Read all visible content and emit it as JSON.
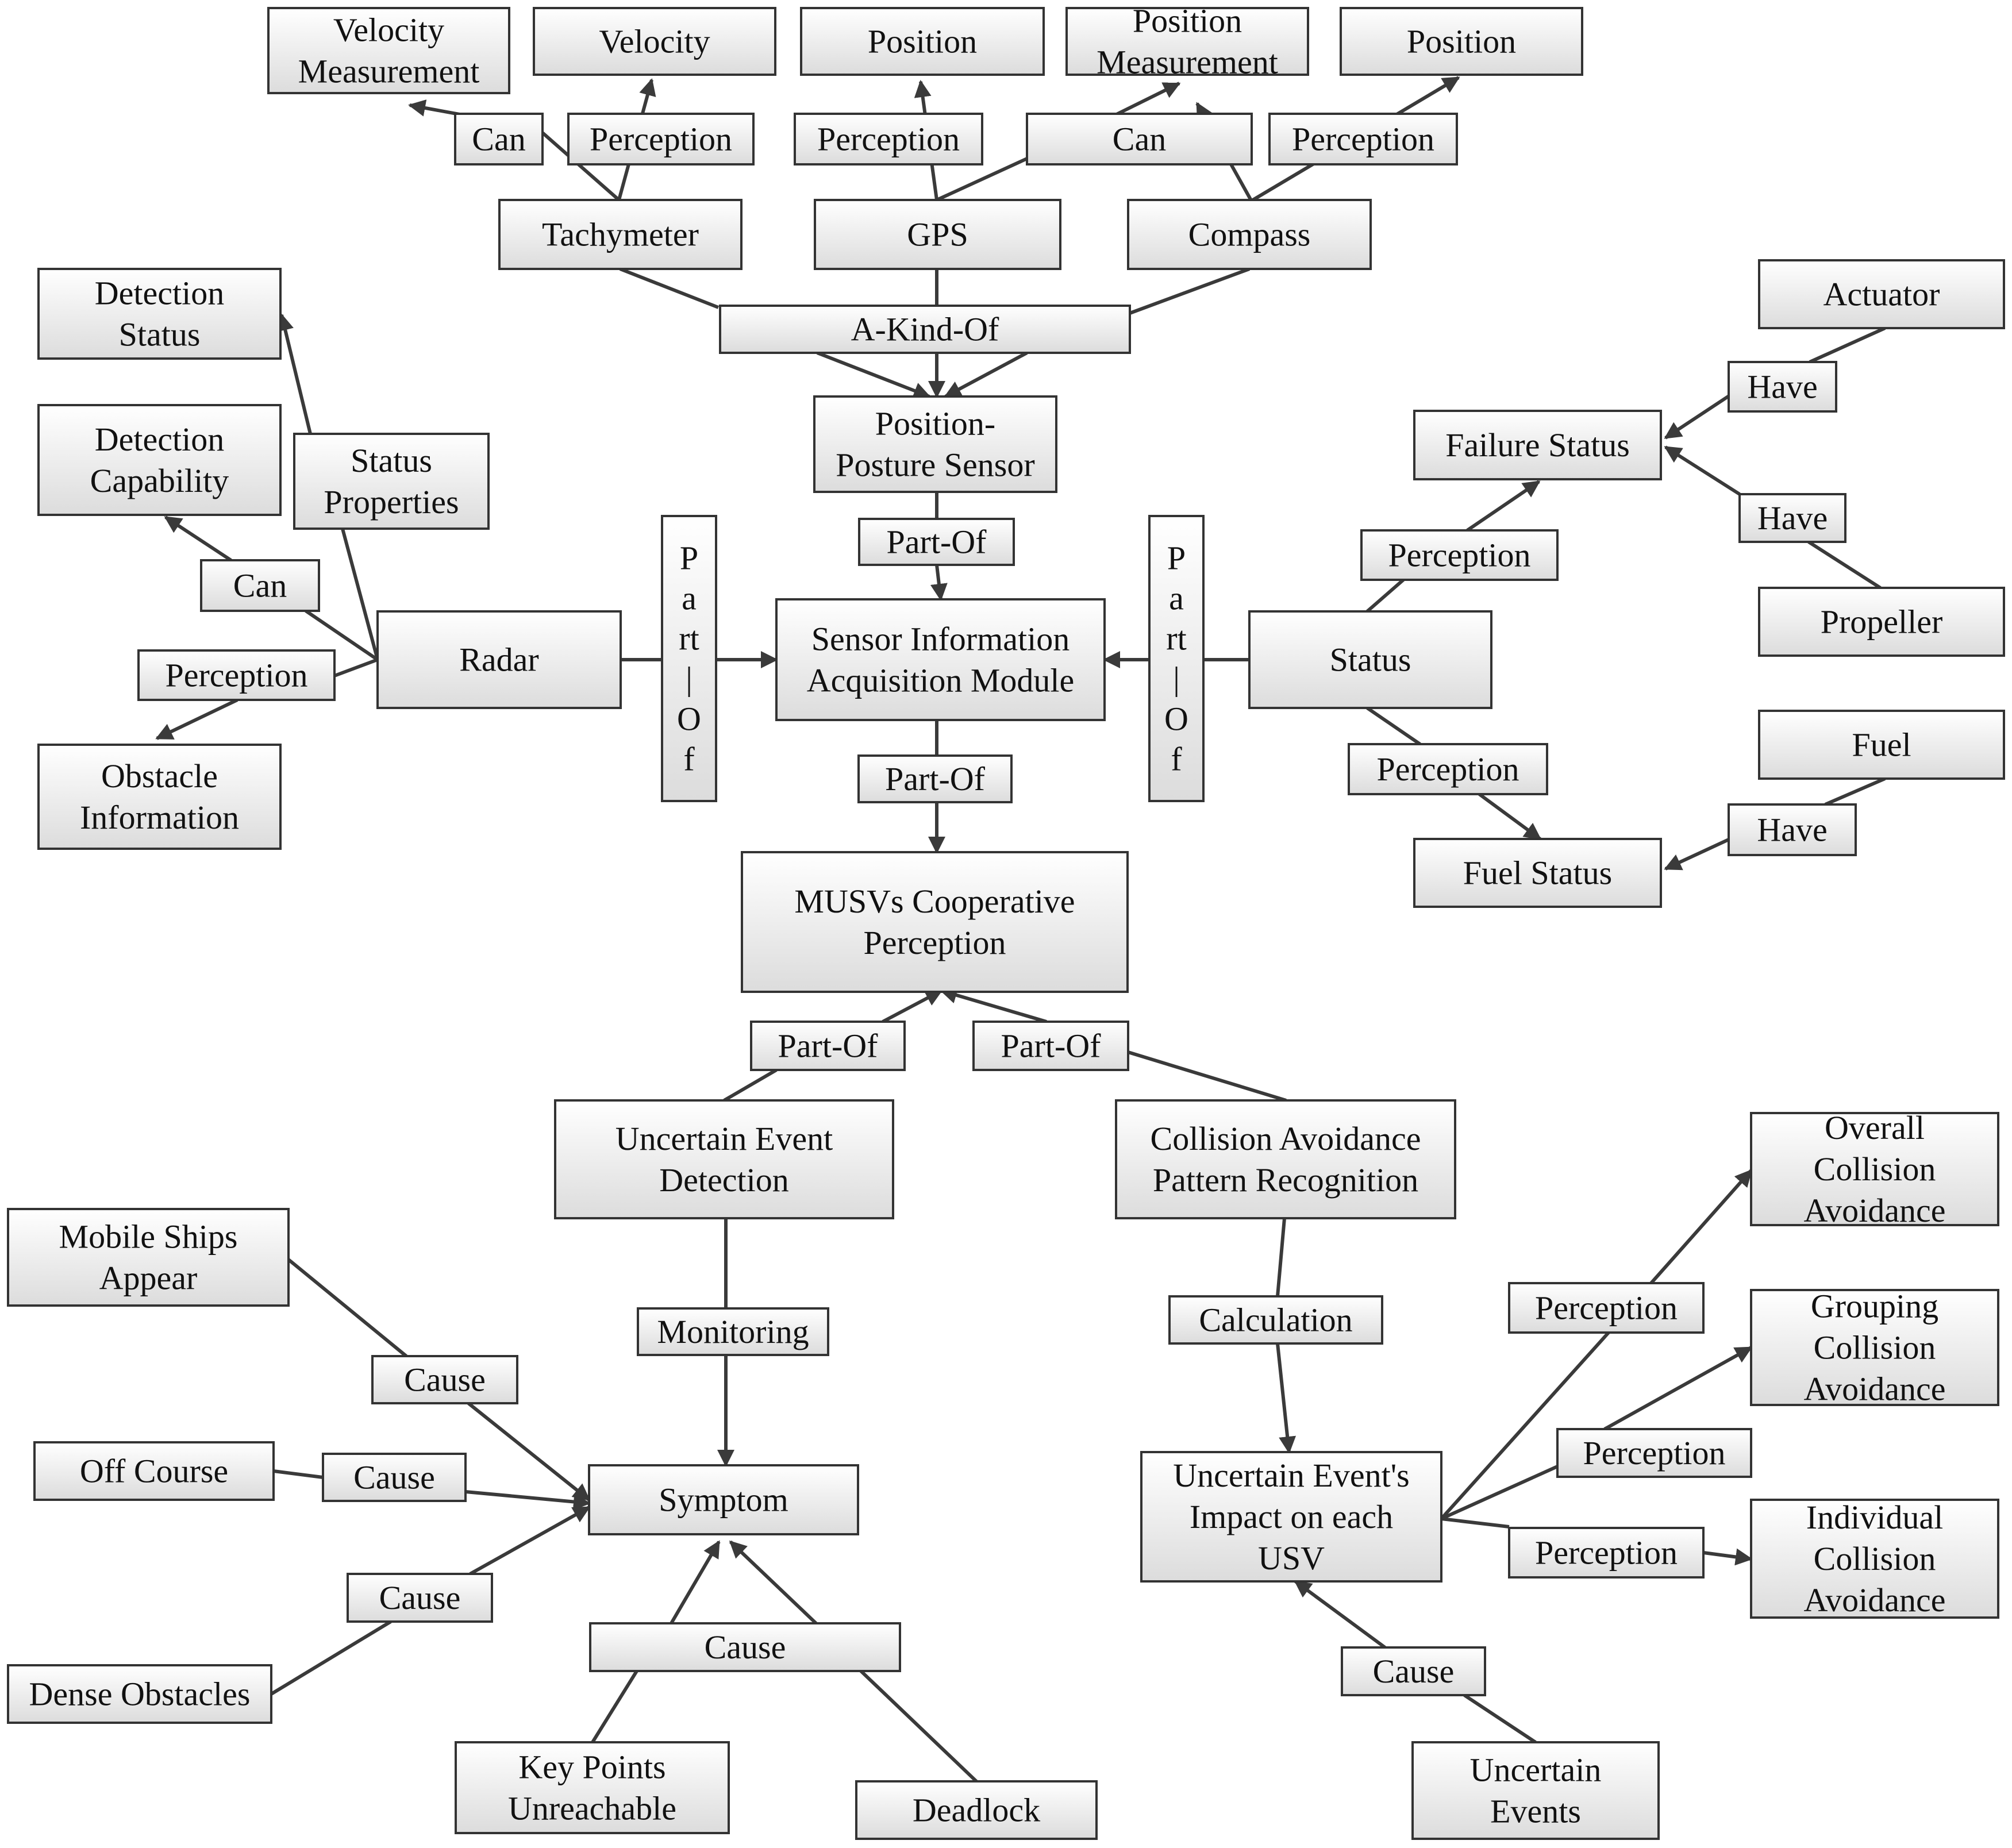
{
  "colors": {
    "box_fill_top": "#ffffff",
    "box_fill_bottom": "#dcdcdc",
    "border": "#333333",
    "edge": "#3a3a3a",
    "text": "#111111"
  },
  "nodes": [
    {
      "id": "velocity_measurement",
      "lines": [
        "Velocity",
        "Measurement"
      ]
    },
    {
      "id": "velocity",
      "lines": [
        "Velocity"
      ]
    },
    {
      "id": "position_1",
      "lines": [
        "Position"
      ]
    },
    {
      "id": "position_measurement",
      "lines": [
        "Position",
        "Measurement"
      ]
    },
    {
      "id": "position_2",
      "lines": [
        "Position"
      ]
    },
    {
      "id": "tachymeter",
      "lines": [
        "Tachymeter"
      ]
    },
    {
      "id": "gps",
      "lines": [
        "GPS"
      ]
    },
    {
      "id": "compass",
      "lines": [
        "Compass"
      ]
    },
    {
      "id": "position_posture_sensor",
      "lines": [
        "Position-",
        "Posture Sensor"
      ]
    },
    {
      "id": "detection_status",
      "lines": [
        "Detection",
        "Status"
      ]
    },
    {
      "id": "detection_capability",
      "lines": [
        "Detection",
        "Capability"
      ]
    },
    {
      "id": "status_properties",
      "lines": [
        "Status",
        "Properties"
      ]
    },
    {
      "id": "radar",
      "lines": [
        "Radar"
      ]
    },
    {
      "id": "obstacle_information",
      "lines": [
        "Obstacle",
        "Information"
      ]
    },
    {
      "id": "sensor_module",
      "lines": [
        "Sensor Information",
        "Acquisition Module"
      ]
    },
    {
      "id": "status",
      "lines": [
        "Status"
      ]
    },
    {
      "id": "actuator",
      "lines": [
        "Actuator"
      ]
    },
    {
      "id": "failure_status",
      "lines": [
        "Failure Status"
      ]
    },
    {
      "id": "propeller",
      "lines": [
        "Propeller"
      ]
    },
    {
      "id": "fuel",
      "lines": [
        "Fuel"
      ]
    },
    {
      "id": "fuel_status",
      "lines": [
        "Fuel Status"
      ]
    },
    {
      "id": "musvs_perception",
      "lines": [
        "MUSVs Cooperative",
        "Perception"
      ]
    },
    {
      "id": "uncertain_event_detection",
      "lines": [
        "Uncertain Event",
        "Detection"
      ]
    },
    {
      "id": "collision_pattern",
      "lines": [
        "Collision Avoidance",
        "Pattern Recognition"
      ]
    },
    {
      "id": "mobile_ships",
      "lines": [
        "Mobile Ships",
        "Appear"
      ]
    },
    {
      "id": "off_course",
      "lines": [
        "Off Course"
      ]
    },
    {
      "id": "dense_obstacles",
      "lines": [
        "Dense Obstacles"
      ]
    },
    {
      "id": "symptom",
      "lines": [
        "Symptom"
      ]
    },
    {
      "id": "key_points",
      "lines": [
        "Key Points",
        "Unreachable"
      ]
    },
    {
      "id": "deadlock",
      "lines": [
        "Deadlock"
      ]
    },
    {
      "id": "event_impact",
      "lines": [
        "Uncertain Event's",
        "Impact on each",
        "USV"
      ]
    },
    {
      "id": "overall_ca",
      "lines": [
        "Overall",
        "Collision",
        "Avoidance"
      ]
    },
    {
      "id": "grouping_ca",
      "lines": [
        "Grouping",
        "Collision",
        "Avoidance"
      ]
    },
    {
      "id": "individual_ca",
      "lines": [
        "Individual",
        "Collision",
        "Avoidance"
      ]
    },
    {
      "id": "uncertain_events",
      "lines": [
        "Uncertain",
        "Events"
      ]
    }
  ],
  "relations": [
    {
      "id": "r_can_tachy",
      "lines": [
        "Can"
      ]
    },
    {
      "id": "r_perc_tachy",
      "lines": [
        "Perception"
      ]
    },
    {
      "id": "r_perc_gps",
      "lines": [
        "Perception"
      ]
    },
    {
      "id": "r_can_gps",
      "lines": [
        "Can"
      ]
    },
    {
      "id": "r_perc_compass",
      "lines": [
        "Perception"
      ]
    },
    {
      "id": "r_akindof",
      "lines": [
        "A-Kind-Of"
      ]
    },
    {
      "id": "r_partof_pps",
      "lines": [
        "Part-Of"
      ]
    },
    {
      "id": "r_statusprop",
      "lines": [
        "Status",
        "Properties"
      ]
    },
    {
      "id": "r_can_radar",
      "lines": [
        "Can"
      ]
    },
    {
      "id": "r_perc_radar",
      "lines": [
        "Perception"
      ]
    },
    {
      "id": "r_partof_radar",
      "lines": [
        "P",
        "a",
        "rt",
        "|",
        "O",
        "f"
      ]
    },
    {
      "id": "r_partof_status",
      "lines": [
        "P",
        "a",
        "rt",
        "|",
        "O",
        "f"
      ]
    },
    {
      "id": "r_have_actuator",
      "lines": [
        "Have"
      ]
    },
    {
      "id": "r_perc_failure",
      "lines": [
        "Perception"
      ]
    },
    {
      "id": "r_have_propeller",
      "lines": [
        "Have"
      ]
    },
    {
      "id": "r_perc_fuel",
      "lines": [
        "Perception"
      ]
    },
    {
      "id": "r_have_fuel",
      "lines": [
        "Have"
      ]
    },
    {
      "id": "r_partof_module",
      "lines": [
        "Part-Of"
      ]
    },
    {
      "id": "r_partof_ued",
      "lines": [
        "Part-Of"
      ]
    },
    {
      "id": "r_partof_cpr",
      "lines": [
        "Part-Of"
      ]
    },
    {
      "id": "r_monitoring",
      "lines": [
        "Monitoring"
      ]
    },
    {
      "id": "r_calculation",
      "lines": [
        "Calculation"
      ]
    },
    {
      "id": "r_cause_mobile",
      "lines": [
        "Cause"
      ]
    },
    {
      "id": "r_cause_offcourse",
      "lines": [
        "Cause"
      ]
    },
    {
      "id": "r_cause_dense",
      "lines": [
        "Cause"
      ]
    },
    {
      "id": "r_cause_bottom",
      "lines": [
        "Cause"
      ]
    },
    {
      "id": "r_perc_overall",
      "lines": [
        "Perception"
      ]
    },
    {
      "id": "r_perc_grouping",
      "lines": [
        "Perception"
      ]
    },
    {
      "id": "r_perc_individual",
      "lines": [
        "Perception"
      ]
    },
    {
      "id": "r_cause_events",
      "lines": [
        "Cause"
      ]
    }
  ]
}
